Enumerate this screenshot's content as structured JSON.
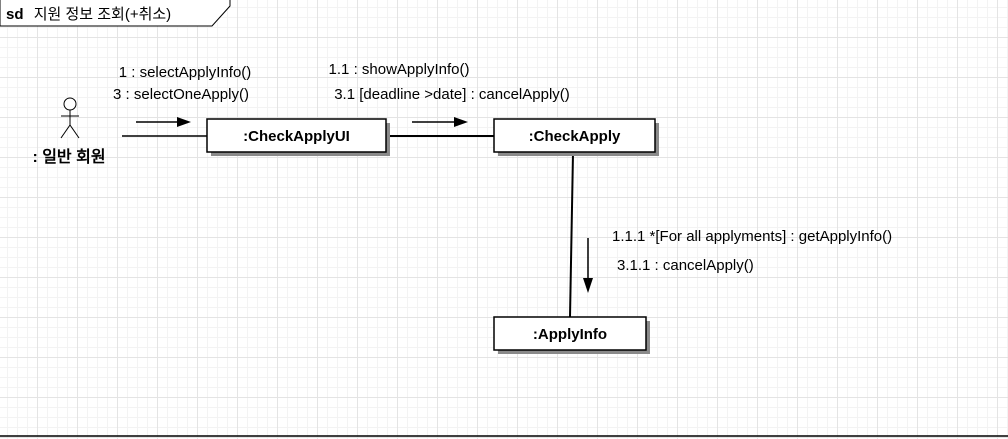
{
  "frame": {
    "keyword": "sd",
    "title": "지원 정보 조회(+취소)"
  },
  "actor": {
    "name": ": 일반 회원"
  },
  "objects": {
    "ui": ":CheckApplyUI",
    "control": ":CheckApply",
    "entity": ":ApplyInfo"
  },
  "messages": {
    "actor_to_ui": [
      "1 : selectApplyInfo()",
      "3 : selectOneApply()"
    ],
    "ui_to_control": [
      "1.1 : showApplyInfo()",
      "3.1 [deadline >date] : cancelApply()"
    ],
    "control_to_entity": [
      "1.1.1 *[For all applyments] : getApplyInfo()",
      "3.1.1 : cancelApply()"
    ]
  }
}
